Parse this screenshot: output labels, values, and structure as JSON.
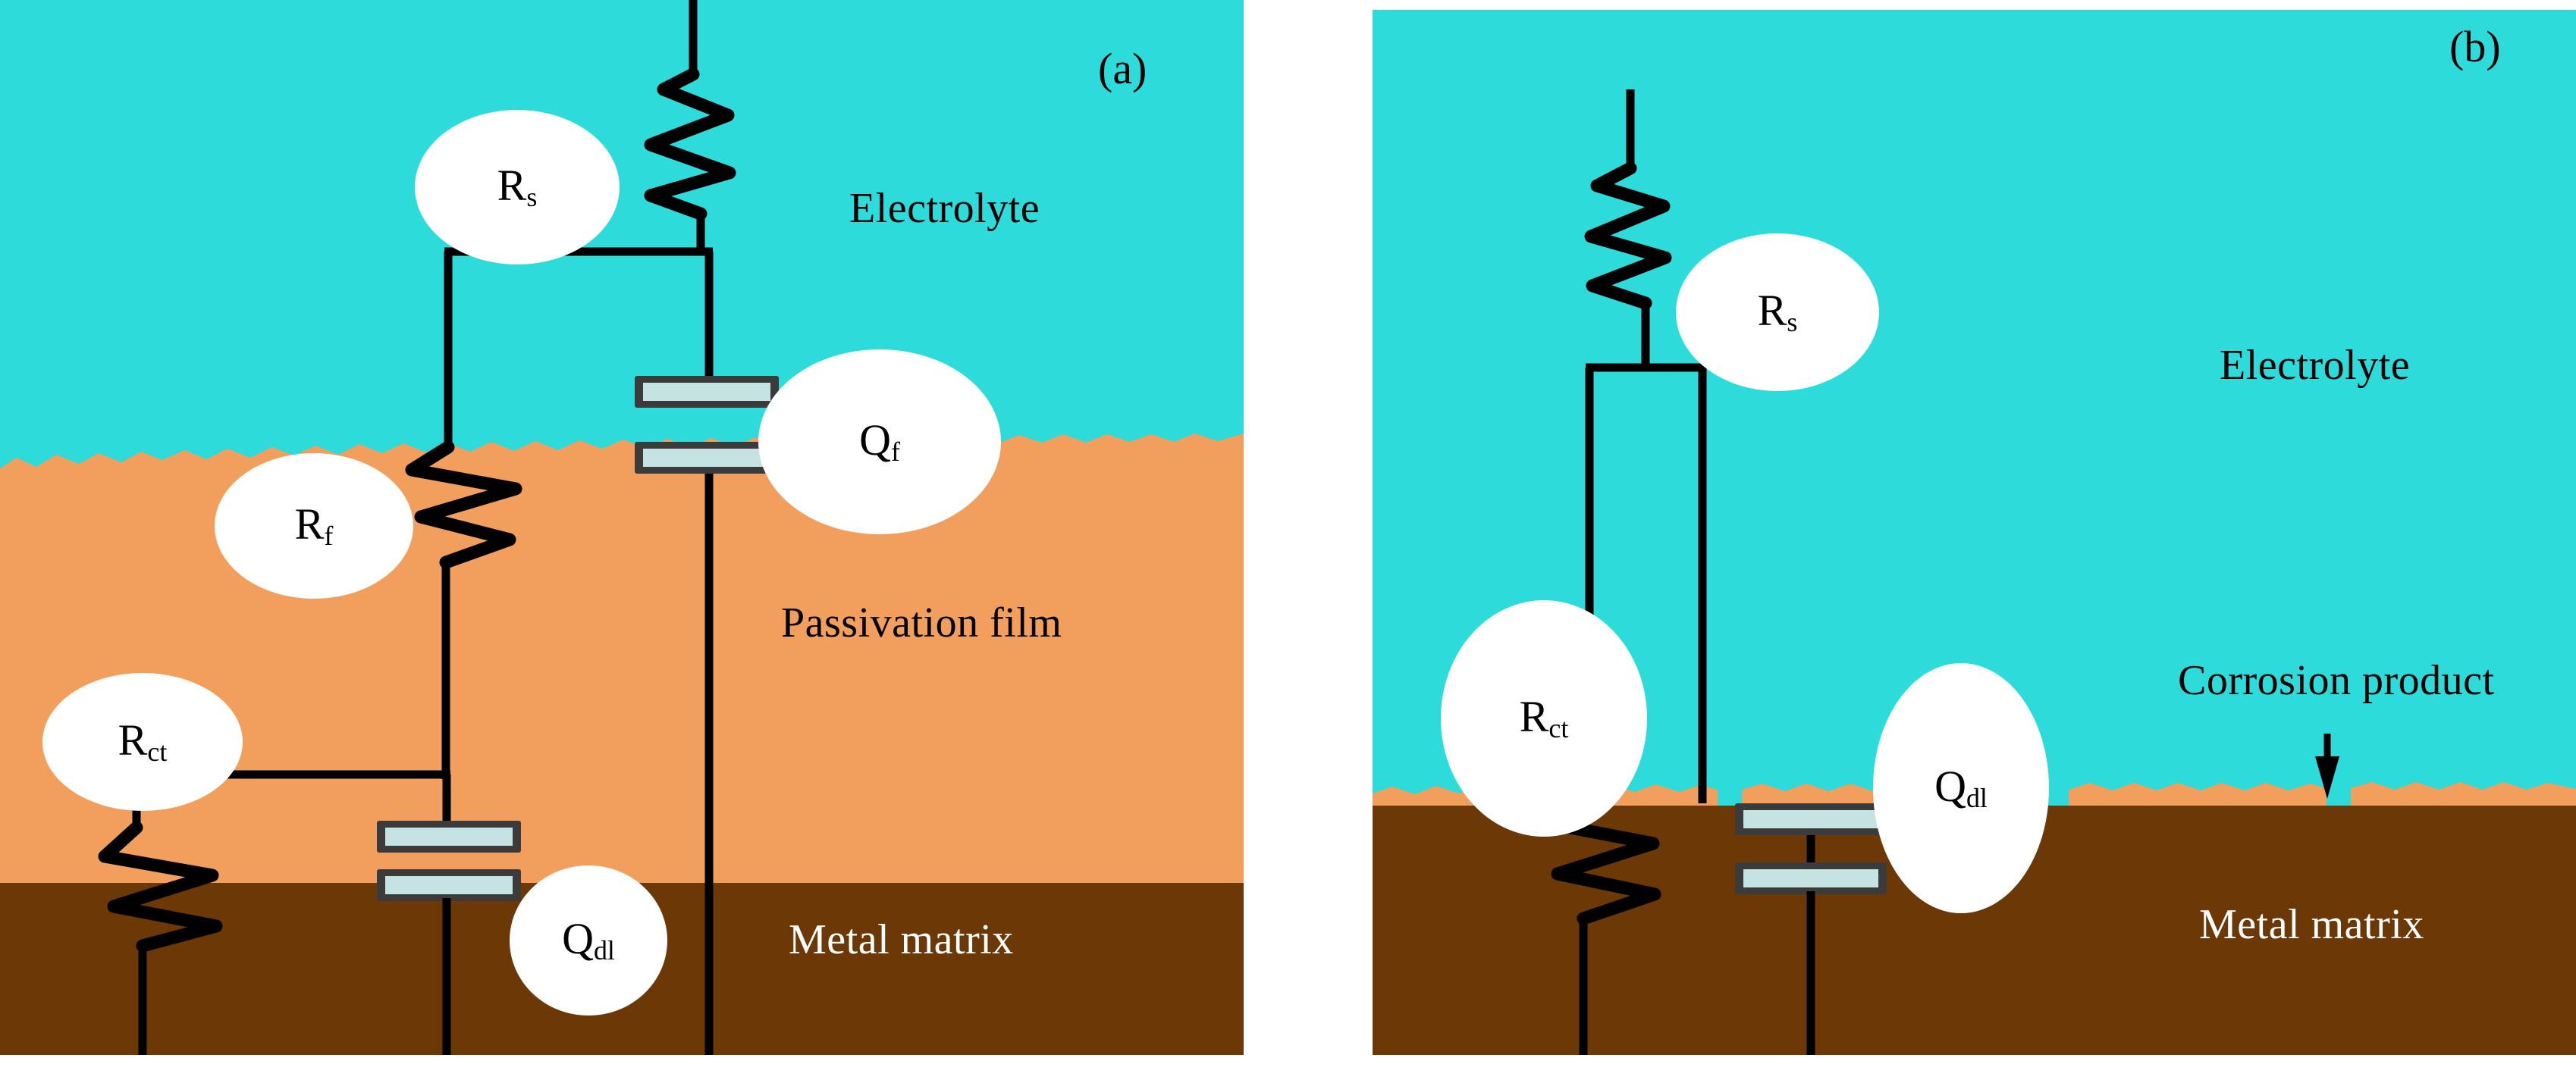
{
  "figure": {
    "type": "equivalent-circuit-schematic",
    "panels": [
      {
        "tag": "(a)",
        "layers": [
          {
            "name": "electrolyte",
            "label": "Electrolyte",
            "color": "#2ddbdb",
            "text_color": "#000000"
          },
          {
            "name": "passivation-film",
            "label": "Passivation film",
            "color": "#f29e5c",
            "text_color": "#000000"
          },
          {
            "name": "metal-matrix",
            "label": "Metal matrix",
            "color": "#6c3806",
            "text_color": "#ffffff"
          }
        ],
        "components": [
          {
            "id": "Rs",
            "symbol": "R",
            "subscript": "s",
            "kind": "resistor"
          },
          {
            "id": "Rf",
            "symbol": "R",
            "subscript": "f",
            "kind": "resistor"
          },
          {
            "id": "Rct",
            "symbol": "R",
            "subscript": "ct",
            "kind": "resistor"
          },
          {
            "id": "Qf",
            "symbol": "Q",
            "subscript": "f",
            "kind": "capacitor"
          },
          {
            "id": "Qdl",
            "symbol": "Q",
            "subscript": "dl",
            "kind": "capacitor"
          }
        ]
      },
      {
        "tag": "(b)",
        "layers": [
          {
            "name": "electrolyte",
            "label": "Electrolyte",
            "color": "#2ddbdb",
            "text_color": "#000000"
          },
          {
            "name": "corrosion-product",
            "label": "Corrosion product",
            "color": "#f29e5c",
            "text_color": "#000000"
          },
          {
            "name": "metal-matrix",
            "label": "Metal matrix",
            "color": "#6c3806",
            "text_color": "#ffffff"
          }
        ],
        "components": [
          {
            "id": "Rs",
            "symbol": "R",
            "subscript": "s",
            "kind": "resistor"
          },
          {
            "id": "Rct",
            "symbol": "R",
            "subscript": "ct",
            "kind": "resistor"
          },
          {
            "id": "Qdl",
            "symbol": "Q",
            "subscript": "dl",
            "kind": "capacitor"
          }
        ]
      }
    ]
  },
  "panel_a": {
    "tag": "(a)",
    "electrolyte_label": "Electrolyte",
    "passivation_label": "Passivation film",
    "metal_label": "Metal matrix",
    "rs": {
      "symbol": "R",
      "sub": "s"
    },
    "rf": {
      "symbol": "R",
      "sub": "f"
    },
    "rct": {
      "symbol": "R",
      "sub": "ct"
    },
    "qf": {
      "symbol": "Q",
      "sub": "f"
    },
    "qdl": {
      "symbol": "Q",
      "sub": "dl"
    }
  },
  "panel_b": {
    "tag": "(b)",
    "electrolyte_label": "Electrolyte",
    "corrosion_label": "Corrosion product",
    "metal_label": "Metal matrix",
    "rs": {
      "symbol": "R",
      "sub": "s"
    },
    "rct": {
      "symbol": "R",
      "sub": "ct"
    },
    "qdl": {
      "symbol": "Q",
      "sub": "dl"
    }
  },
  "colors": {
    "electrolyte": "#2ddbdb",
    "film": "#f29e5c",
    "metal": "#6c3806",
    "wire": "#000000",
    "plate_border": "#3b3b3b",
    "plate_fill": "#c6e3e4",
    "bubble": "#ffffff",
    "background": "#ffffff"
  }
}
